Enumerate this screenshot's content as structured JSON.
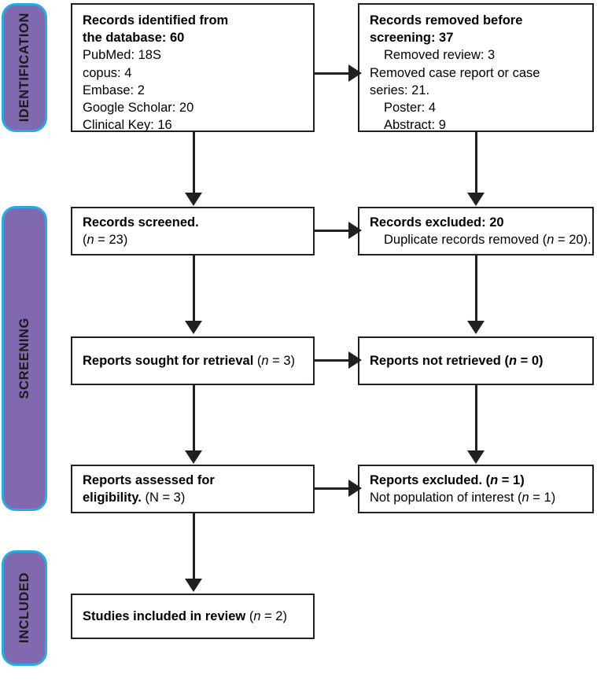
{
  "diagram": {
    "title": "PRISMA flow diagram",
    "colors": {
      "phase_fill": "#8069ae",
      "phase_border": "#29abe2",
      "box_border": "#231f20",
      "box_fill": "#ffffff",
      "text": "#000000"
    }
  },
  "phases": [
    {
      "id": "identification",
      "label": "IDENTIFICATION"
    },
    {
      "id": "screening",
      "label": "SCREENING"
    },
    {
      "id": "included",
      "label": "INCLUDED"
    }
  ],
  "boxes": {
    "records_identified": {
      "name": "records-identified-box",
      "lines": [
        {
          "text": "Records identified from",
          "bold": true
        },
        {
          "text": "the database: 60",
          "bold": true
        },
        {
          "text": "PubMed: 18S",
          "bold": false
        },
        {
          "text": "copus: 4",
          "bold": false
        },
        {
          "text": "Embase: 2",
          "bold": false
        },
        {
          "text": "Google Scholar: 20",
          "bold": false
        },
        {
          "text": "Clinical Key: 16",
          "bold": false
        }
      ]
    },
    "records_removed": {
      "name": "records-removed-box",
      "lines": [
        {
          "text": "Records removed before",
          "bold": true
        },
        {
          "text": "screening: 37",
          "bold": true
        },
        {
          "text": "Removed review: 3",
          "bold": false,
          "indent": true
        },
        {
          "text": "Removed case report or case",
          "bold": false
        },
        {
          "text": "series: 21.",
          "bold": false
        },
        {
          "text": "Poster: 4",
          "bold": false,
          "indent": true
        },
        {
          "text": "Abstract: 9",
          "bold": false,
          "indent": true
        }
      ]
    },
    "records_screened": {
      "name": "records-screened-box",
      "line1_bold": "Records screened.",
      "line2_prefix": "(",
      "line2_italic": "n",
      "line2_suffix": " = 23)"
    },
    "records_excluded": {
      "name": "records-excluded-box",
      "line1_bold": "Records excluded: 20",
      "line2_prefix": "Duplicate records removed (",
      "line2_italic": "n",
      "line2_suffix": " = 20)."
    },
    "reports_sought": {
      "name": "reports-sought-box",
      "bold_part": "Reports sought for retrieval ",
      "paren_open": "(",
      "italic_n": "n",
      "paren_close": " = 3)"
    },
    "reports_not_retrieved": {
      "name": "reports-not-retrieved-box",
      "bold_part": "Reports not retrieved (",
      "italic_n": "n",
      "paren_close": " = 0)"
    },
    "reports_assessed": {
      "name": "reports-assessed-box",
      "line1_bold": "Reports assessed for",
      "line2_bold": "eligibility.",
      "line2_rest": " (N = 3)"
    },
    "reports_excluded": {
      "name": "reports-excluded-box",
      "line1_bold_a": "Reports excluded. (",
      "line1_italic_n": "n",
      "line1_bold_b": " = 1)",
      "line2_prefix": "Not population of interest (",
      "line2_italic": "n",
      "line2_suffix": " = 1)"
    },
    "studies_included": {
      "name": "studies-included-box",
      "bold_part": "Studies included in review ",
      "paren_open": "(",
      "italic_n": "n",
      "paren_close": " = 2)"
    }
  }
}
